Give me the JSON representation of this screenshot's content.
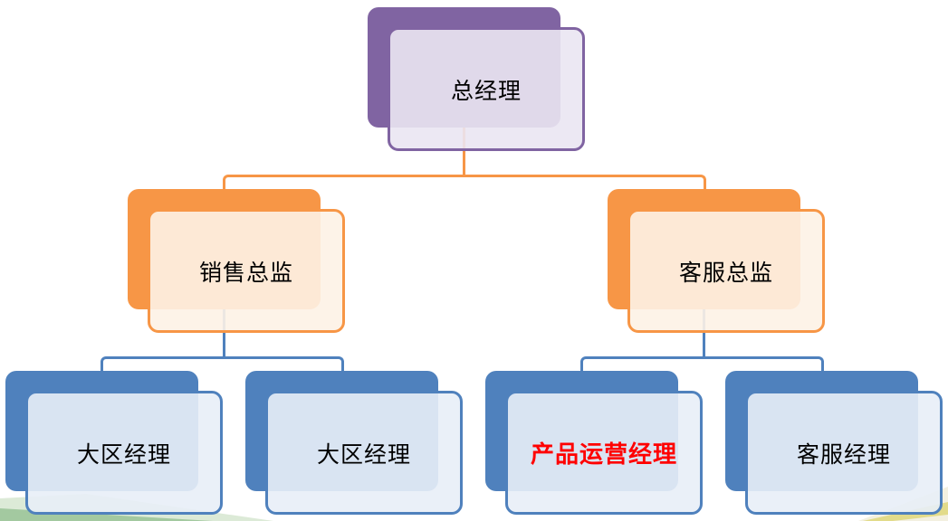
{
  "diagram": {
    "type": "org_chart",
    "nodes": [
      {
        "label": "总经理",
        "level": 1,
        "theme": "purple",
        "parent": null,
        "text_color": "#000000",
        "emphasis": false
      },
      {
        "label": "销售总监",
        "level": 2,
        "theme": "orange",
        "parent": "总经理",
        "text_color": "#000000",
        "emphasis": false
      },
      {
        "label": "客服总监",
        "level": 2,
        "theme": "orange",
        "parent": "总经理",
        "text_color": "#000000",
        "emphasis": false
      },
      {
        "label": "大区经理",
        "level": 3,
        "theme": "blue",
        "parent": "销售总监",
        "text_color": "#000000",
        "emphasis": false
      },
      {
        "label": "大区经理",
        "level": 3,
        "theme": "blue",
        "parent": "销售总监",
        "text_color": "#000000",
        "emphasis": false
      },
      {
        "label": "产品运营经理",
        "level": 3,
        "theme": "blue",
        "parent": "客服总监",
        "text_color": "#FF0000",
        "emphasis": true
      },
      {
        "label": "客服经理",
        "level": 3,
        "theme": "blue",
        "parent": "客服总监",
        "text_color": "#000000",
        "emphasis": false
      }
    ],
    "colors": {
      "purple": "#8064A2",
      "purple_fill": "#EFEDF5",
      "orange": "#F79646",
      "orange_fill": "#FDF3E9",
      "blue": "#4F81BD",
      "blue_fill": "#ECF1F8",
      "connector_orange": "#F79646",
      "connector_blue": "#4F81BD",
      "emphasis_text": "#FF0000",
      "default_text": "#000000"
    },
    "decorations": {
      "bottom_left": [
        "light-green-triangle",
        "green-triangle"
      ],
      "bottom_right": [
        "cream-triangle",
        "yellow-ribbon"
      ]
    }
  }
}
